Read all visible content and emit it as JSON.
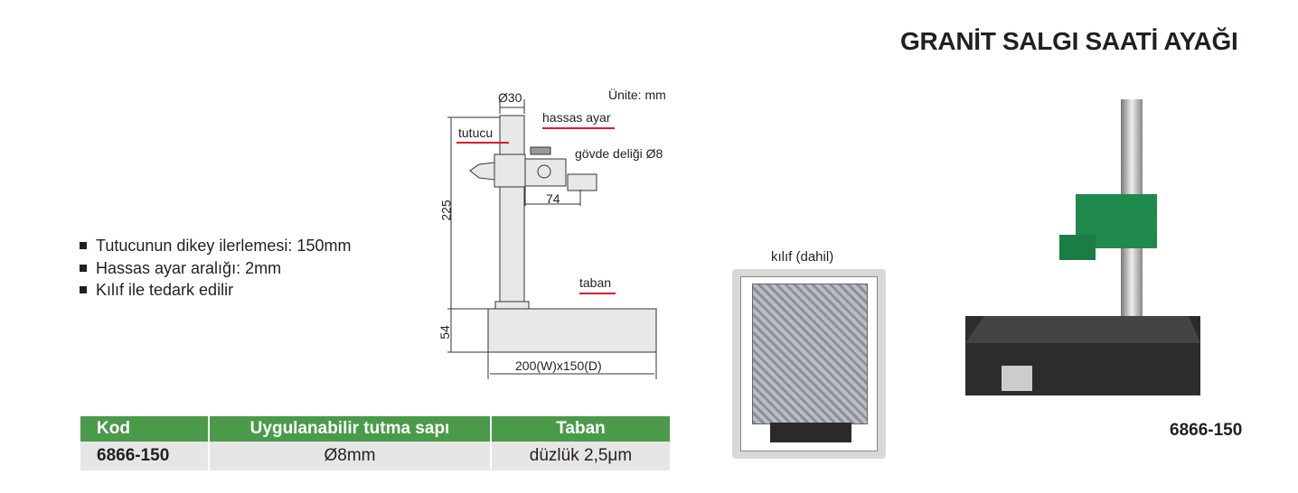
{
  "title": "GRANİT SALGI SAATİ AYAĞI",
  "features": [
    "Tutucunun dikey ilerlemesi: 150mm",
    "Hassas ayar aralığı: 2mm",
    "Kılıf ile tedark edilir"
  ],
  "diagram": {
    "unit": "Ünite: mm",
    "dia30": "Ø30",
    "fine": "hassas ayar",
    "holder": "tutucu",
    "hole": "gövde deliği Ø8",
    "d74": "74",
    "d225": "225",
    "base": "taban",
    "d54": "54",
    "size": "200(W)x150(D)"
  },
  "case_label": "kılıf (dahil)",
  "product_code": "6866-150",
  "table": {
    "headers": [
      "Kod",
      "Uygulanabilir tutma sapı",
      "Taban"
    ],
    "rows": [
      [
        "6866-150",
        "Ø8mm",
        "düzlük 2,5μm"
      ]
    ]
  }
}
